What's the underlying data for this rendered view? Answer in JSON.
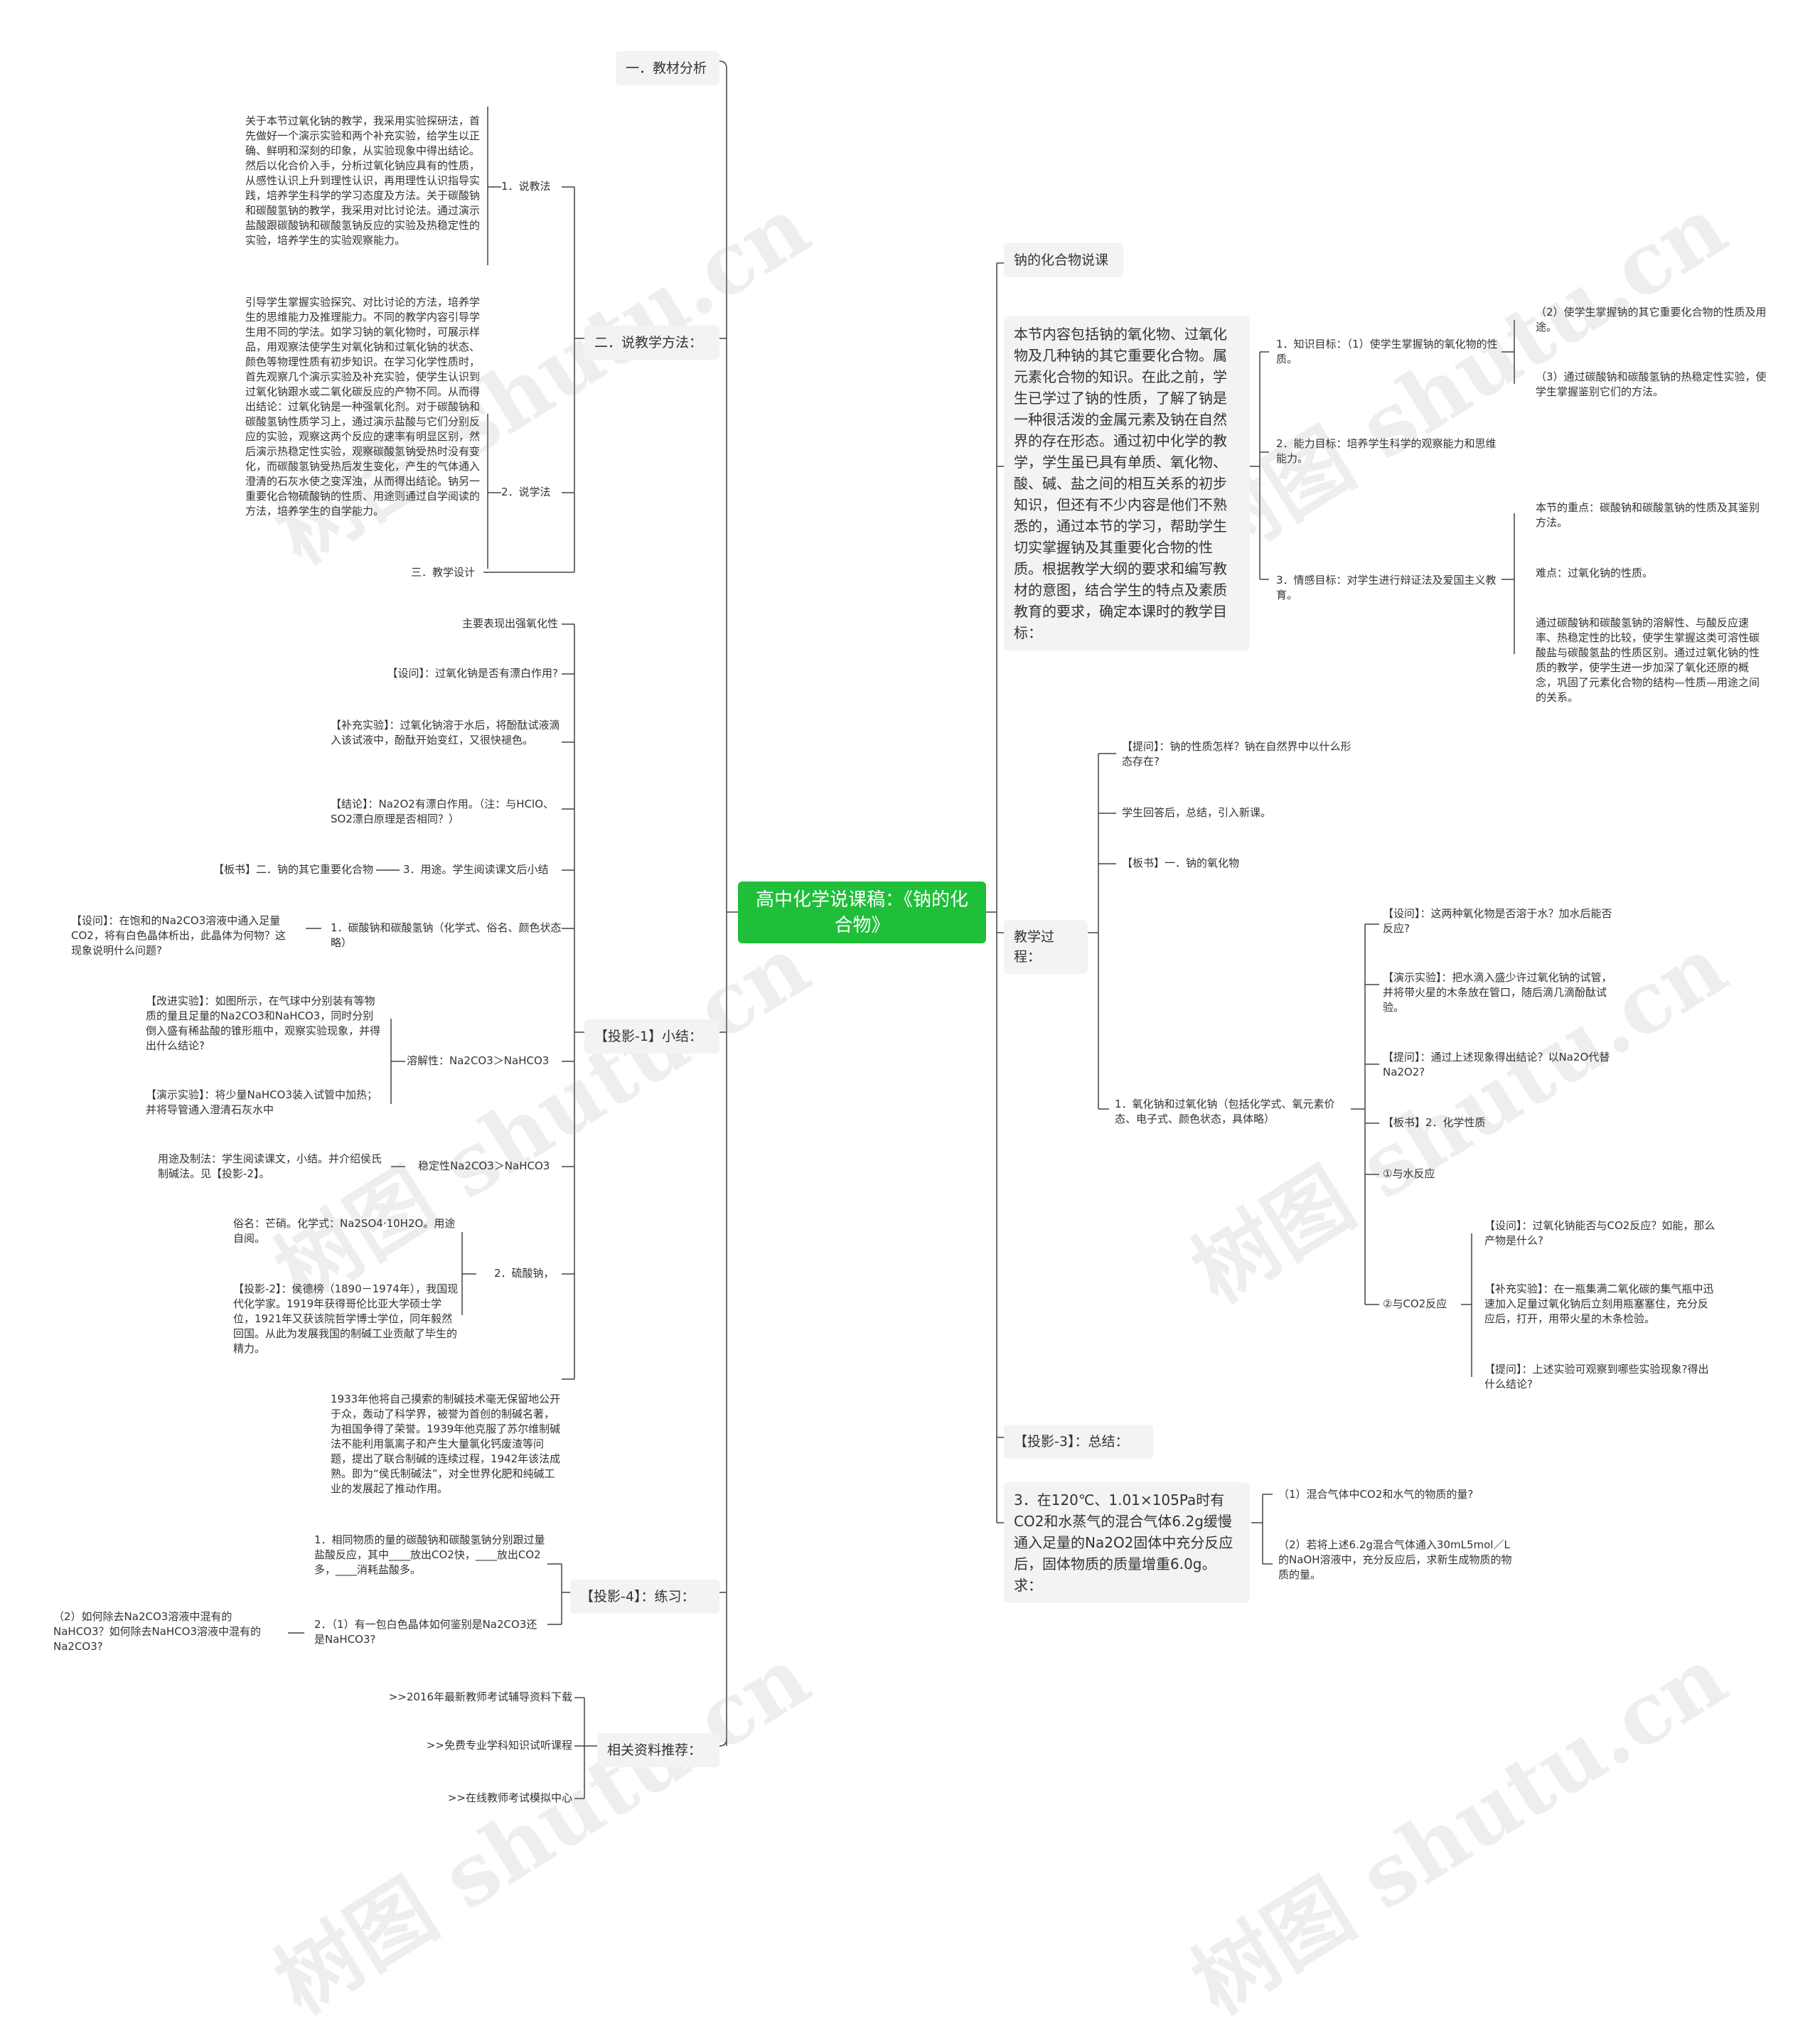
{
  "root": "高中化学说课稿：《钠的化合物》",
  "left": {
    "b1": "一．教材分析",
    "b2": "二．说教学方法：",
    "b2_1": "1．说教法",
    "b2_1_text": "关于本节过氧化钠的教学，我采用实验探研法，首先做好一个演示实验和两个补充实验，给学生以正确、鲜明和深刻的印象，从实验现象中得出结论。然后以化合价入手，分析过氧化钠应具有的性质，从感性认识上升到理性认识，再用理性认识指导实践，培养学生科学的学习态度及方法。关于碳酸钠和碳酸氢钠的教学，我采用对比讨论法。通过演示盐酸跟碳酸钠和碳酸氢钠反应的实验及热稳定性的实验，培养学生的实验观察能力。",
    "b2_2": "2．说学法",
    "b2_2_text": "引导学生掌握实验探究、对比讨论的方法，培养学生的思维能力及推理能力。不同的教学内容引导学生用不同的学法。如学习钠的氧化物时，可展示样品，用观察法使学生对氧化钠和过氧化钠的状态、颜色等物理性质有初步知识。在学习化学性质时，首先观察几个演示实验及补充实验，使学生认识到过氧化钠跟水或二氧化碳反应的产物不同。从而得出结论：过氧化钠是一种强氧化剂。对于碳酸钠和碳酸氢钠性质学习上，通过演示盐酸与它们分别反应的实验，观察这两个反应的速率有明显区别，然后演示热稳定性实验，观察碳酸氢钠受热时没有变化，而碳酸氢钠受热后发生变化，产生的气体通入澄清的石灰水使之变浑浊，从而得出结论。钠另一重要化合物硫酸钠的性质、用途则通过自学阅读的方法，培养学生的自学能力。",
    "b2_3": "三．教学设计",
    "b3": "【投影-1】小结：",
    "b3_items": [
      "主要表现出强氧化性",
      "【设问】：过氧化钠是否有漂白作用?",
      "【补充实验】：过氧化钠溶于水后，将酚酞试液滴入该试液中，酚酞开始变红，又很快褪色。",
      "【结论】：Na2O2有漂白作用。（注：与HClO、SO2漂白原理是否相同？）"
    ],
    "b3_use": "3．用途。学生阅读课文后小结",
    "b3_use_child": "【板书】二．钠的其它重要化合物",
    "b3_carb": "1．碳酸钠和碳酸氢钠（化学式、俗名、颜色状态略）",
    "b3_carb_child": "【设问】：在饱和的Na2CO3溶液中通入足量CO2，将有白色晶体析出，此晶体为何物？这现象说明什么问题?",
    "b3_sol": "溶解性：Na2CO3＞NaHCO3",
    "b3_sol_c1": "【改进实验】：如图所示，在气球中分别装有等物质的量且足量的Na2CO3和NaHCO3，同时分别倒入盛有稀盐酸的锥形瓶中，观察实验现象，并得出什么结论?",
    "b3_sol_c2": "【演示实验】：将少量NaHCO3装入试管中加热；并将导管通入澄清石灰水中",
    "b3_stab": "稳定性Na2CO3＞NaHCO3",
    "b3_stab_c": "用途及制法：学生阅读课文，小结。并介绍侯氏制碱法。见【投影-2】。",
    "b3_sulf": "2．硫酸钠，",
    "b3_sulf_c1": "俗名：芒硝。化学式：Na2SO4·10H2O。用途自阅。",
    "b3_sulf_c2": "【投影-2】：侯德榜（1890－1974年），我国现代化学家。1919年获得哥伦比亚大学硕士学位，1921年又获该院哲学博士学位，同年毅然回国。从此为发展我国的制碱工业贡献了毕生的精力。",
    "b3_hou": "1933年他将自己摸索的制碱技术毫无保留地公开于众，轰动了科学界，被誉为首创的制碱名著，为祖国争得了荣誉。1939年他克服了苏尔维制碱法不能利用氯离子和产生大量氯化钙废渣等问题，提出了联合制碱的连续过程，1942年该法成熟。即为“侯氏制碱法”，对全世界化肥和纯碱工业的发展起了推动作用。",
    "b4": "【投影-4】：练习：",
    "b4_c1": "1．相同物质的量的碳酸钠和碳酸氢钠分别跟过量盐酸反应，其中____放出CO2快，____放出CO2多，____消耗盐酸多。",
    "b4_c2": "2．（1）有一包白色晶体如何鉴别是Na2CO3还是NaHCO3?",
    "b4_c2_child": "（2）如何除去Na2CO3溶液中混有的NaHCO3？如何除去NaHCO3溶液中混有的Na2CO3?",
    "b5": "相关资料推荐：",
    "b5_items": [
      ">>2016年最新教师考试辅导资料下载",
      ">>免费专业学科知识试听课程",
      ">>在线教师考试模拟中心"
    ]
  },
  "right": {
    "r1": "钠的化合物说课",
    "r2": "本节内容包括钠的氧化物、过氧化物及几种钠的其它重要化合物。属元素化合物的知识。在此之前，学生已学过了钠的性质，了解了钠是一种很活泼的金属元素及钠在自然界的存在形态。通过初中化学的教学，学生虽已具有单质、氧化物、酸、碱、盐之间的相互关系的初步知识，但还有不少内容是他们不熟悉的，通过本节的学习，帮助学生切实掌握钠及其重要化合物的性质。根据教学大纲的要求和编写教材的意图，结合学生的特点及素质教育的要求，确定本课时的教学目标：",
    "goal1": "1．知识目标：（1）使学生掌握钠的氧化物的性质。",
    "goal1_c1": "（2）使学生掌握钠的其它重要化合物的性质及用途。",
    "goal1_c2": "（3）通过碳酸钠和碳酸氢钠的热稳定性实验，使学生掌握鉴别它们的方法。",
    "goal2": "2．能力目标：培养学生科学的观察能力和思维能力。",
    "goal3": "3．情感目标：对学生进行辩证法及爱国主义教育。",
    "goal3_c1": "本节的重点：碳酸钠和碳酸氢钠的性质及其鉴别方法。",
    "goal3_c2": "难点：过氧化钠的性质。",
    "goal3_c3": "通过碳酸钠和碳酸氢钠的溶解性、与酸反应速率、热稳定性的比较，使学生掌握这类可溶性碳酸盐与碳酸氢盐的性质区别。通过过氧化钠的性质的教学，使学生进一步加深了氧化还原的概念，巩固了元素化合物的结构—性质—用途之间的关系。",
    "r3": "教学过程：",
    "p1": "【提问】：钠的性质怎样？钠在自然界中以什么形态存在?",
    "p2": "学生回答后，总结，引入新课。",
    "p3": "【板书】一．钠的氧化物",
    "p4": "1．氧化钠和过氧化钠（包括化学式、氧元素价态、电子式、颜色状态，具体略）",
    "p4_c1": "【设问】：这两种氧化物是否溶于水？加水后能否反应?",
    "p4_c2": "【演示实验】：把水滴入盛少许过氧化钠的试管，并将带火星的木条放在管口，随后滴几滴酚酞试验。",
    "p4_c3": "【提问】：通过上述现象得出结论？以Na2O代替Na2O2?",
    "p4_c4": "【板书】2．化学性质",
    "p4_c5": "①与水反应",
    "p4_c6": "②与CO2反应",
    "p4_c6_1": "【设问】：过氧化钠能否与CO2反应？如能，那么产物是什么?",
    "p4_c6_2": "【补充实验】：在一瓶集满二氧化碳的集气瓶中迅速加入足量过氧化钠后立刻用瓶塞塞住，充分反应后，打开，用带火星的木条检验。",
    "p4_c6_3": "【提问】：上述实验可观察到哪些实验现象?得出什么结论?",
    "r4": "【投影-3】：总结：",
    "r5": "3．在120℃、1.01×105Pa时有CO2和水蒸气的混合气体6.2g缓慢通入足量的Na2O2固体中充分反应后，固体物质的质量增重6.0g。求：",
    "r5_c1": "（1）混合气体中CO2和水气的物质的量?",
    "r5_c2": "（2）若将上述6.2g混合气体通入30mL5mol／L的NaOH溶液中，充分反应后，求新生成物质的物质的量。"
  },
  "watermark": "树图 shutu.cn",
  "colors": {
    "root_bg": "#1fbf3a",
    "box_bg": "#f1f3f4",
    "line": "#444444"
  }
}
